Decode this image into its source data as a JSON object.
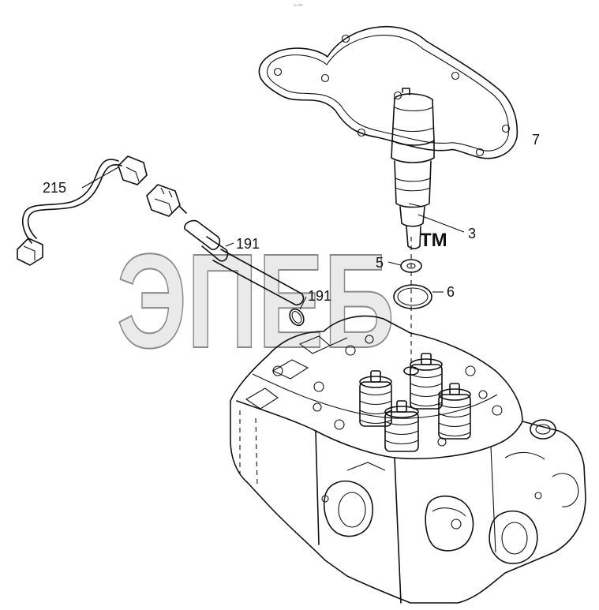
{
  "page_marker": "ᵀⁿ ⁰⁰⁰",
  "watermark": {
    "text": "ЭПЕБ",
    "trademark": "TM"
  },
  "callouts": [
    {
      "id": "p7",
      "label": "7"
    },
    {
      "id": "p3",
      "label": "3"
    },
    {
      "id": "p5",
      "label": "5"
    },
    {
      "id": "p6",
      "label": "6"
    },
    {
      "id": "p215",
      "label": "215"
    },
    {
      "id": "p191a",
      "label": "191"
    },
    {
      "id": "p191b",
      "label": "191"
    }
  ],
  "parts": [
    {
      "number": "7",
      "icon": "gasket-icon"
    },
    {
      "number": "3",
      "icon": "injector-icon"
    },
    {
      "number": "5",
      "icon": "washer-icon"
    },
    {
      "number": "6",
      "icon": "o-ring-icon"
    },
    {
      "number": "215",
      "icon": "fuel-line-icon"
    },
    {
      "number": "191",
      "icon": "connector-pipe-icon"
    },
    {
      "number": "191",
      "icon": "seal-ring-icon"
    }
  ],
  "assembly": {
    "icon": "cylinder-head-icon"
  }
}
